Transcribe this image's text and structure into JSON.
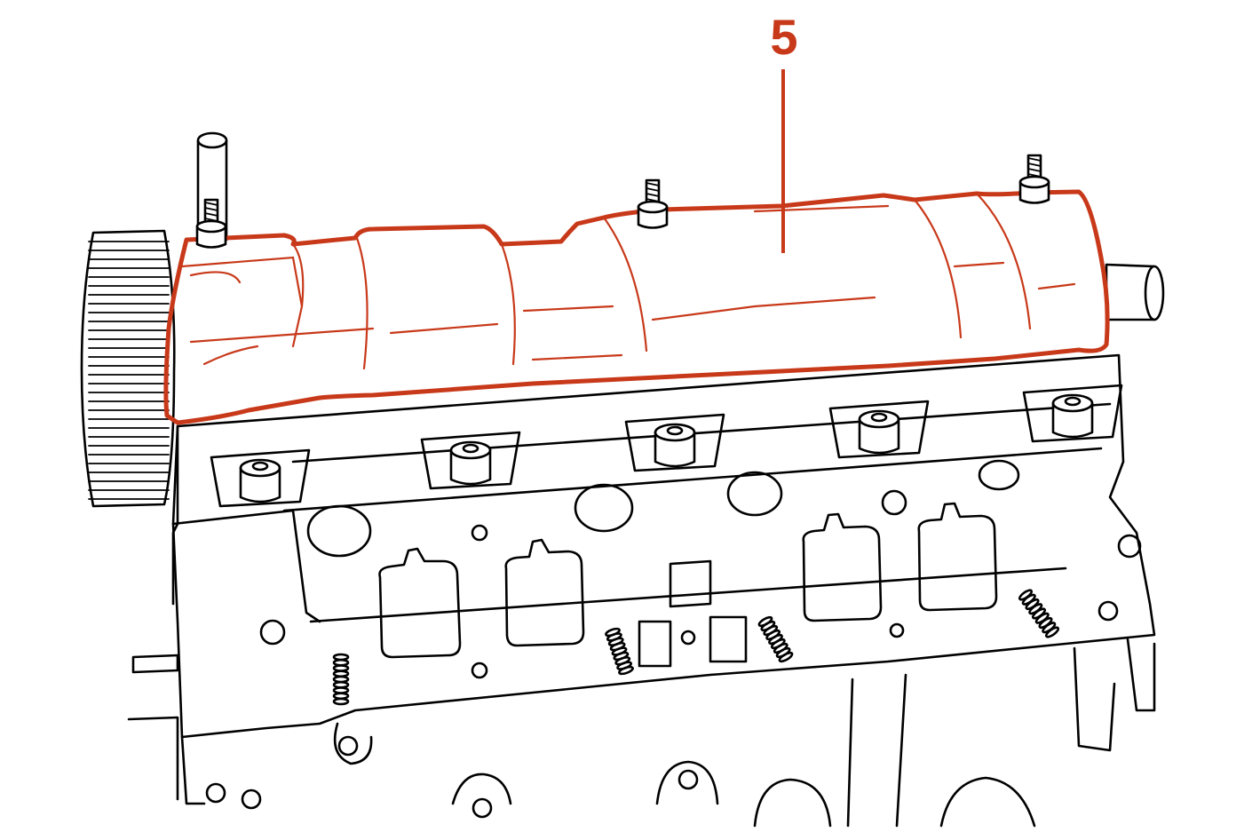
{
  "callout": {
    "label": "5"
  },
  "colors": {
    "highlight": "#c8391a",
    "line": "#000000",
    "background": "#ffffff"
  },
  "parts": {
    "highlighted": "valve-cover",
    "other": [
      "cylinder-head",
      "camshaft-sprocket",
      "manifold-studs",
      "injector-holders"
    ]
  }
}
